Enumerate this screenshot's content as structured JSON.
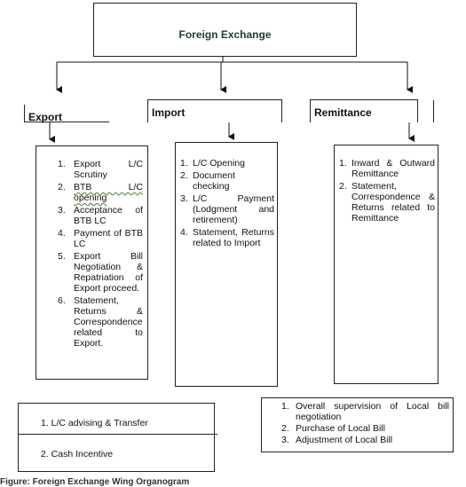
{
  "title": "Foreign Exchange",
  "sections": {
    "export": {
      "label": "Export",
      "items": [
        {
          "n": "1.",
          "t": "Export L/C Scrutiny"
        },
        {
          "n": "2.",
          "t": "BTB L/C opening"
        },
        {
          "n": "3.",
          "t": "Acceptance of BTB LC"
        },
        {
          "n": "4.",
          "t": "Payment of BTB LC"
        },
        {
          "n": "5.",
          "t": "Export Bill Negotiation & Repatriation of Export proceed."
        },
        {
          "n": "6.",
          "t": "Statement, Returns & Correspondence related to Export."
        }
      ]
    },
    "import": {
      "label": "Import",
      "items": [
        {
          "n": "1.",
          "t": "L/C Opening"
        },
        {
          "n": "2.",
          "t": "Document checking"
        },
        {
          "n": "3.",
          "t": "L/C Payment (Lodgment and retirement)"
        },
        {
          "n": "4.",
          "t": "Statement, Returns related to Import"
        }
      ]
    },
    "remittance": {
      "label": "Remittance",
      "items": [
        {
          "n": "1.",
          "t": "Inward & Outward Remittance"
        },
        {
          "n": "2.",
          "t": "Statement, Correspondence & Returns related to Remittance"
        }
      ]
    }
  },
  "lc_box": {
    "item1": "1.   L/C advising & Transfer",
    "item2": "2.   Cash Incentive"
  },
  "local_bill": {
    "items": [
      {
        "n": "1.",
        "t": "Overall supervision of Local bill negotiation"
      },
      {
        "n": "2.",
        "t": "Purchase of Local Bill"
      },
      {
        "n": "3.",
        "t": "Adjustment of Local Bill"
      }
    ]
  },
  "caption": "Figure: Foreign Exchange Wing Organogram"
}
